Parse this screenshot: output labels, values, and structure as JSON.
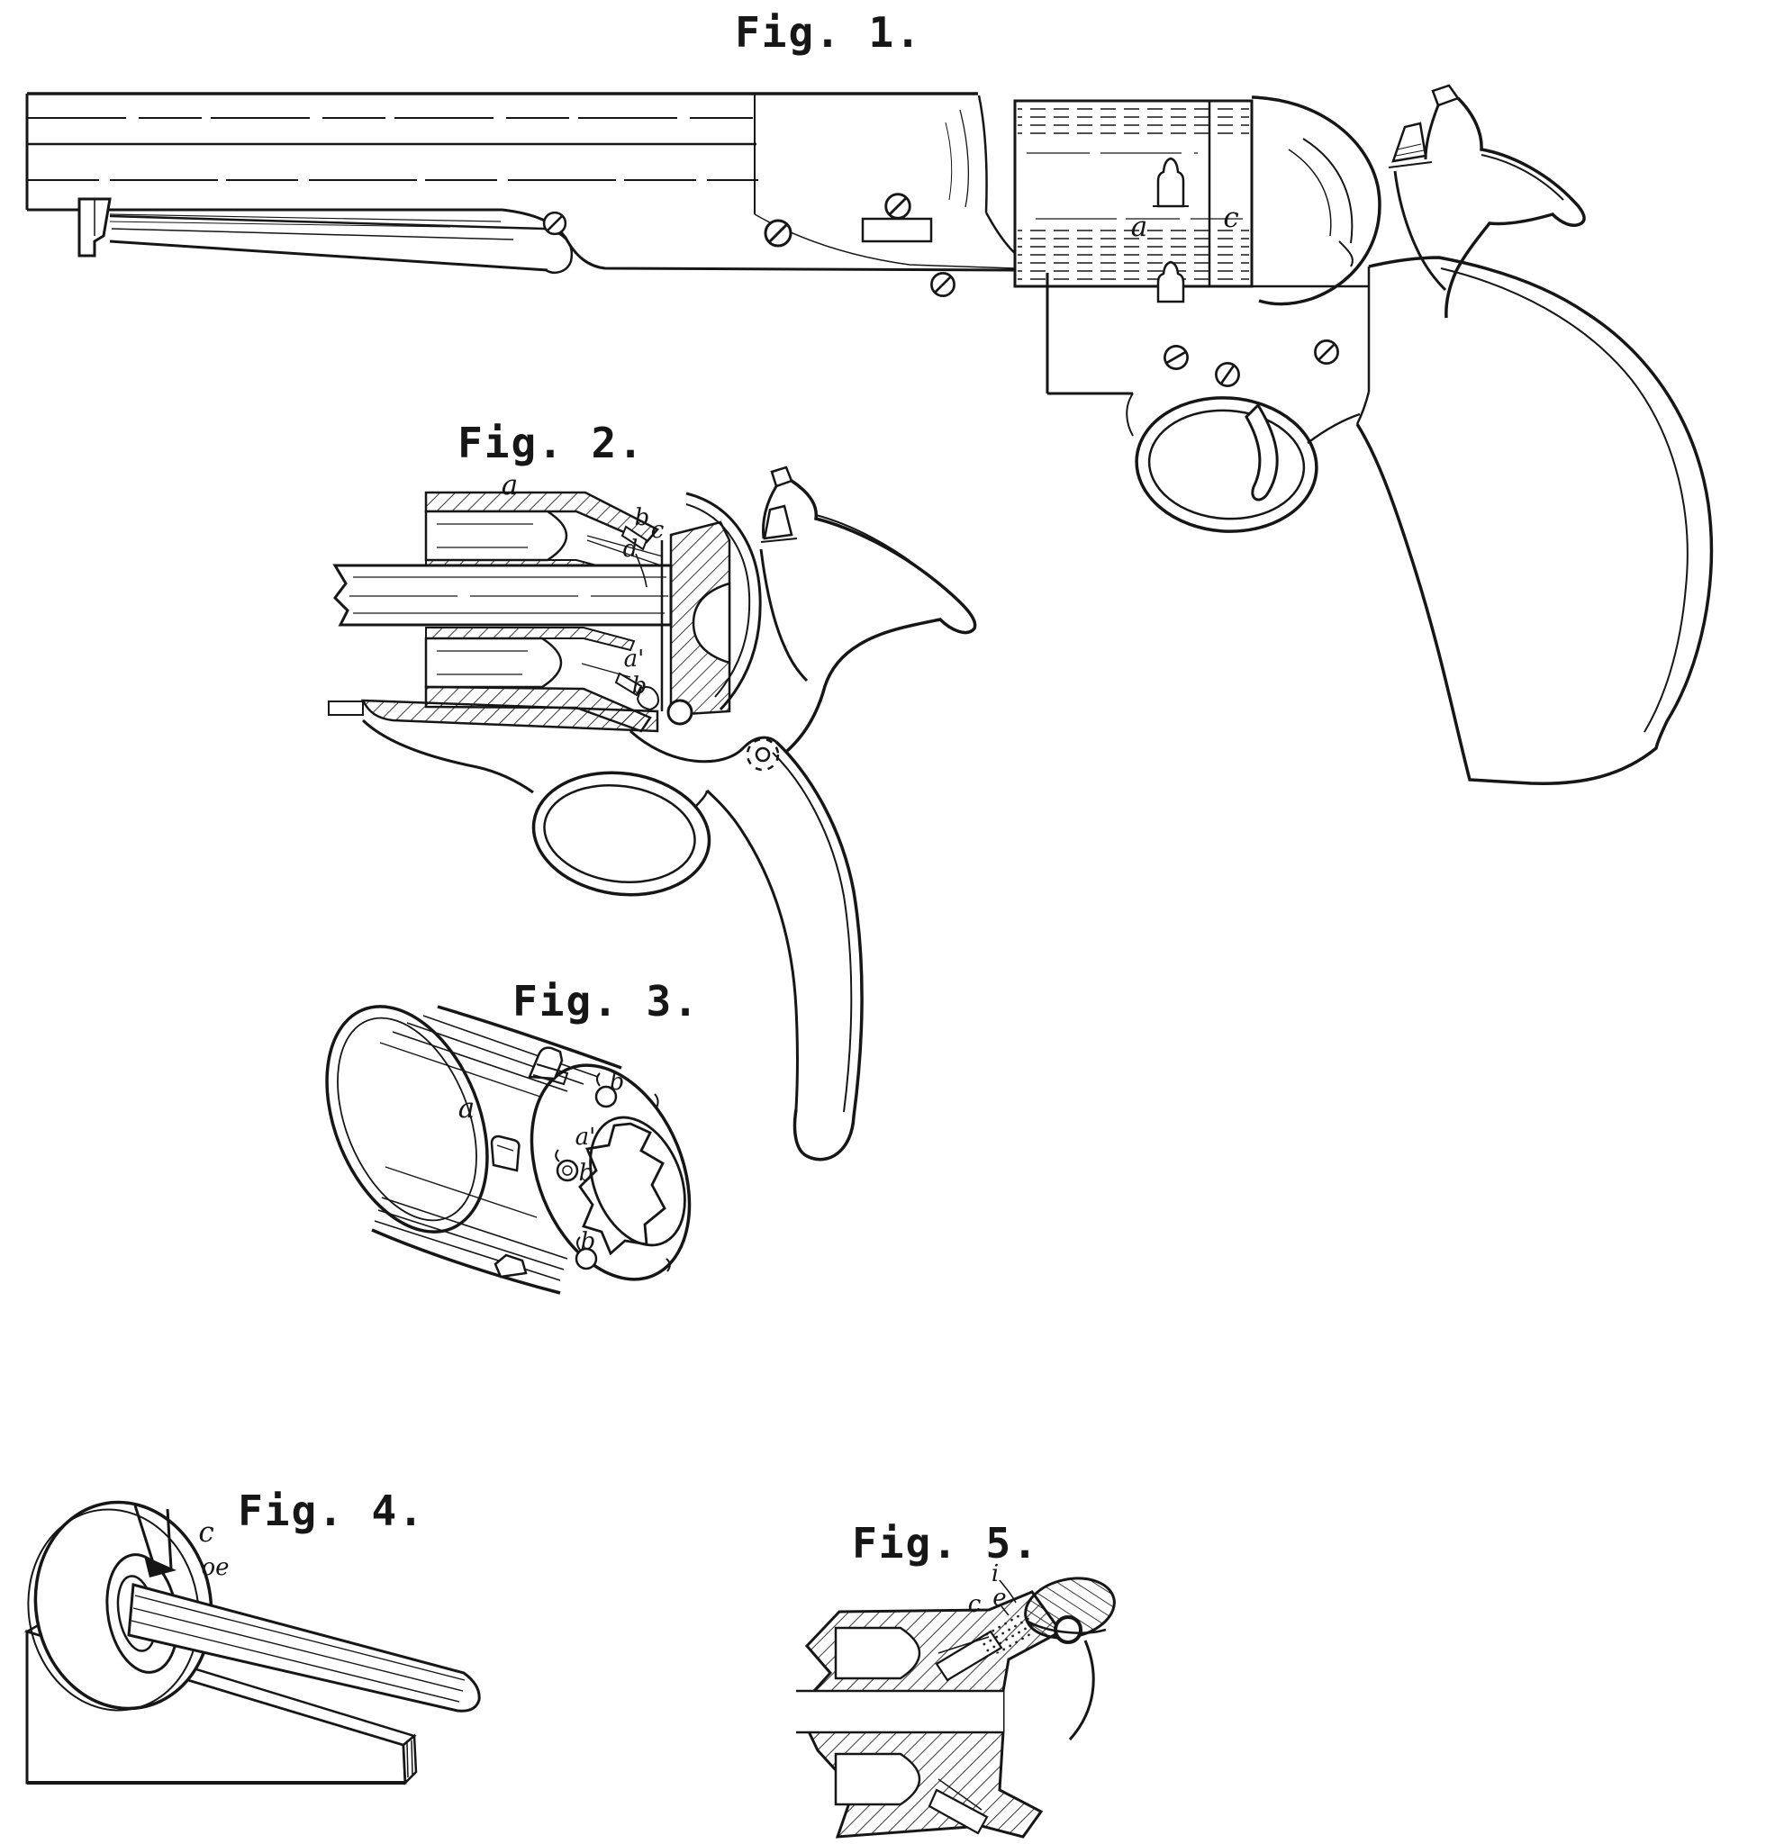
{
  "page": {
    "background": "#ffffff",
    "line_color": "#161616"
  },
  "figures": [
    {
      "label": "Fig. 1.",
      "parts": [
        {
          "text": "a"
        },
        {
          "text": "c"
        }
      ]
    },
    {
      "label": "Fig. 2.",
      "parts": [
        {
          "text": "a"
        },
        {
          "text": "b"
        },
        {
          "text": "c"
        },
        {
          "text": "d"
        },
        {
          "text": "a'"
        },
        {
          "text": "b"
        }
      ]
    },
    {
      "label": "Fig. 3.",
      "parts": [
        {
          "text": "a"
        },
        {
          "text": "b"
        },
        {
          "text": "a'"
        },
        {
          "text": "b"
        },
        {
          "text": "b"
        }
      ]
    },
    {
      "label": "Fig. 4.",
      "parts": [
        {
          "text": "c"
        },
        {
          "text": "oe"
        }
      ]
    },
    {
      "label": "Fig. 5.",
      "parts": [
        {
          "text": "i"
        },
        {
          "text": "c"
        },
        {
          "text": "e"
        }
      ]
    }
  ]
}
